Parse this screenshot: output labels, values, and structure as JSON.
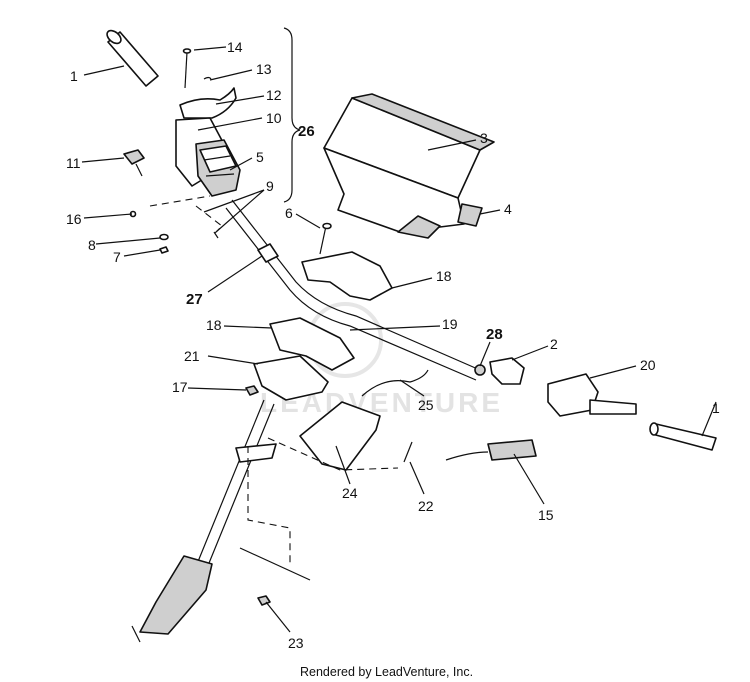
{
  "labels": {
    "l1a": "1",
    "l14": "14",
    "l13": "13",
    "l12": "12",
    "l10": "10",
    "l26": "26",
    "l11": "11",
    "l5": "5",
    "l9": "9",
    "l16": "16",
    "l6": "6",
    "l8": "8",
    "l7": "7",
    "l3": "3",
    "l4": "4",
    "l18a": "18",
    "l27": "27",
    "l18b": "18",
    "l19": "19",
    "l28": "28",
    "l2": "2",
    "l21": "21",
    "l20": "20",
    "l17": "17",
    "l25": "25",
    "l1b": "1",
    "l24": "24",
    "l22": "22",
    "l15": "15",
    "l23": "23"
  },
  "watermark": "LEADVENTURE",
  "footer": "Rendered by LeadVenture, Inc."
}
